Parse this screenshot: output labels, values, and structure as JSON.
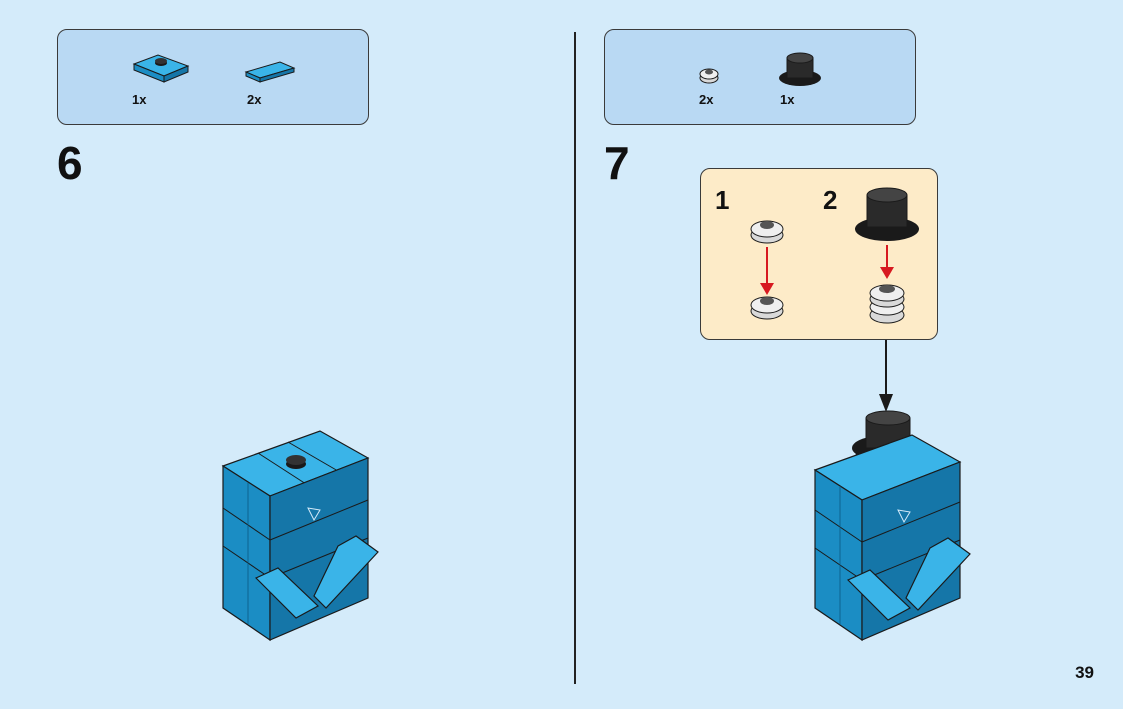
{
  "colors": {
    "background": "#d4ebfa",
    "parts_box": "#b9d9f3",
    "sub_box": "#fdebc8",
    "azure": "#1e9bd6",
    "black": "#1a1a1a",
    "arrow_red": "#d71920"
  },
  "step6": {
    "number": "6",
    "parts": [
      {
        "icon": "azure-plate-with-stud-icon",
        "qty": "1x"
      },
      {
        "icon": "azure-tile-icon",
        "qty": "2x"
      }
    ]
  },
  "step7": {
    "number": "7",
    "parts": [
      {
        "icon": "round-plate-light-gray-icon",
        "qty": "2x"
      },
      {
        "icon": "top-hat-black-icon",
        "qty": "1x"
      }
    ],
    "substeps": [
      "1",
      "2"
    ]
  },
  "page_number": "39"
}
